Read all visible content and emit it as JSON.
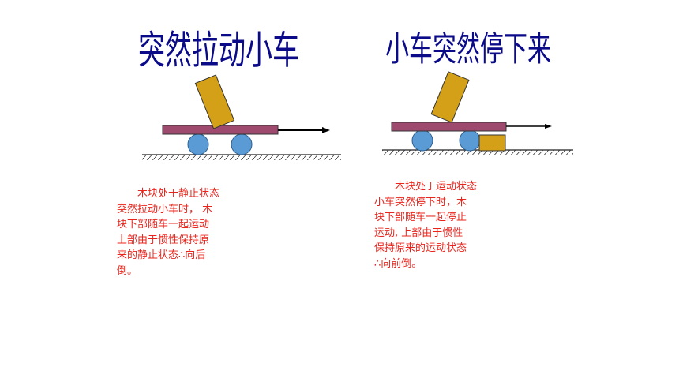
{
  "panels": {
    "left": {
      "title": "突然拉动小车",
      "explanation": [
        "　　木块处于静止状态",
        "突然拉动小车时，  木",
        "块下部随车一起运动",
        "上部由于惯性保持原",
        "来的静止状态∴向后",
        "倒。"
      ]
    },
    "right": {
      "title": "小车突然停下来",
      "explanation": [
        "　　木块处于运动状态",
        "小车突然停下时，木",
        "块下部随车一起停止",
        "运动, 上部由于惯性",
        "保持原来的运动状态",
        "∴向前倒。"
      ]
    }
  },
  "colors": {
    "title": "#0b0b8a",
    "text": "#e8241c",
    "cart_board": "#9e4a6e",
    "wheel": "#5b9bd5",
    "block": "#d4a017"
  }
}
